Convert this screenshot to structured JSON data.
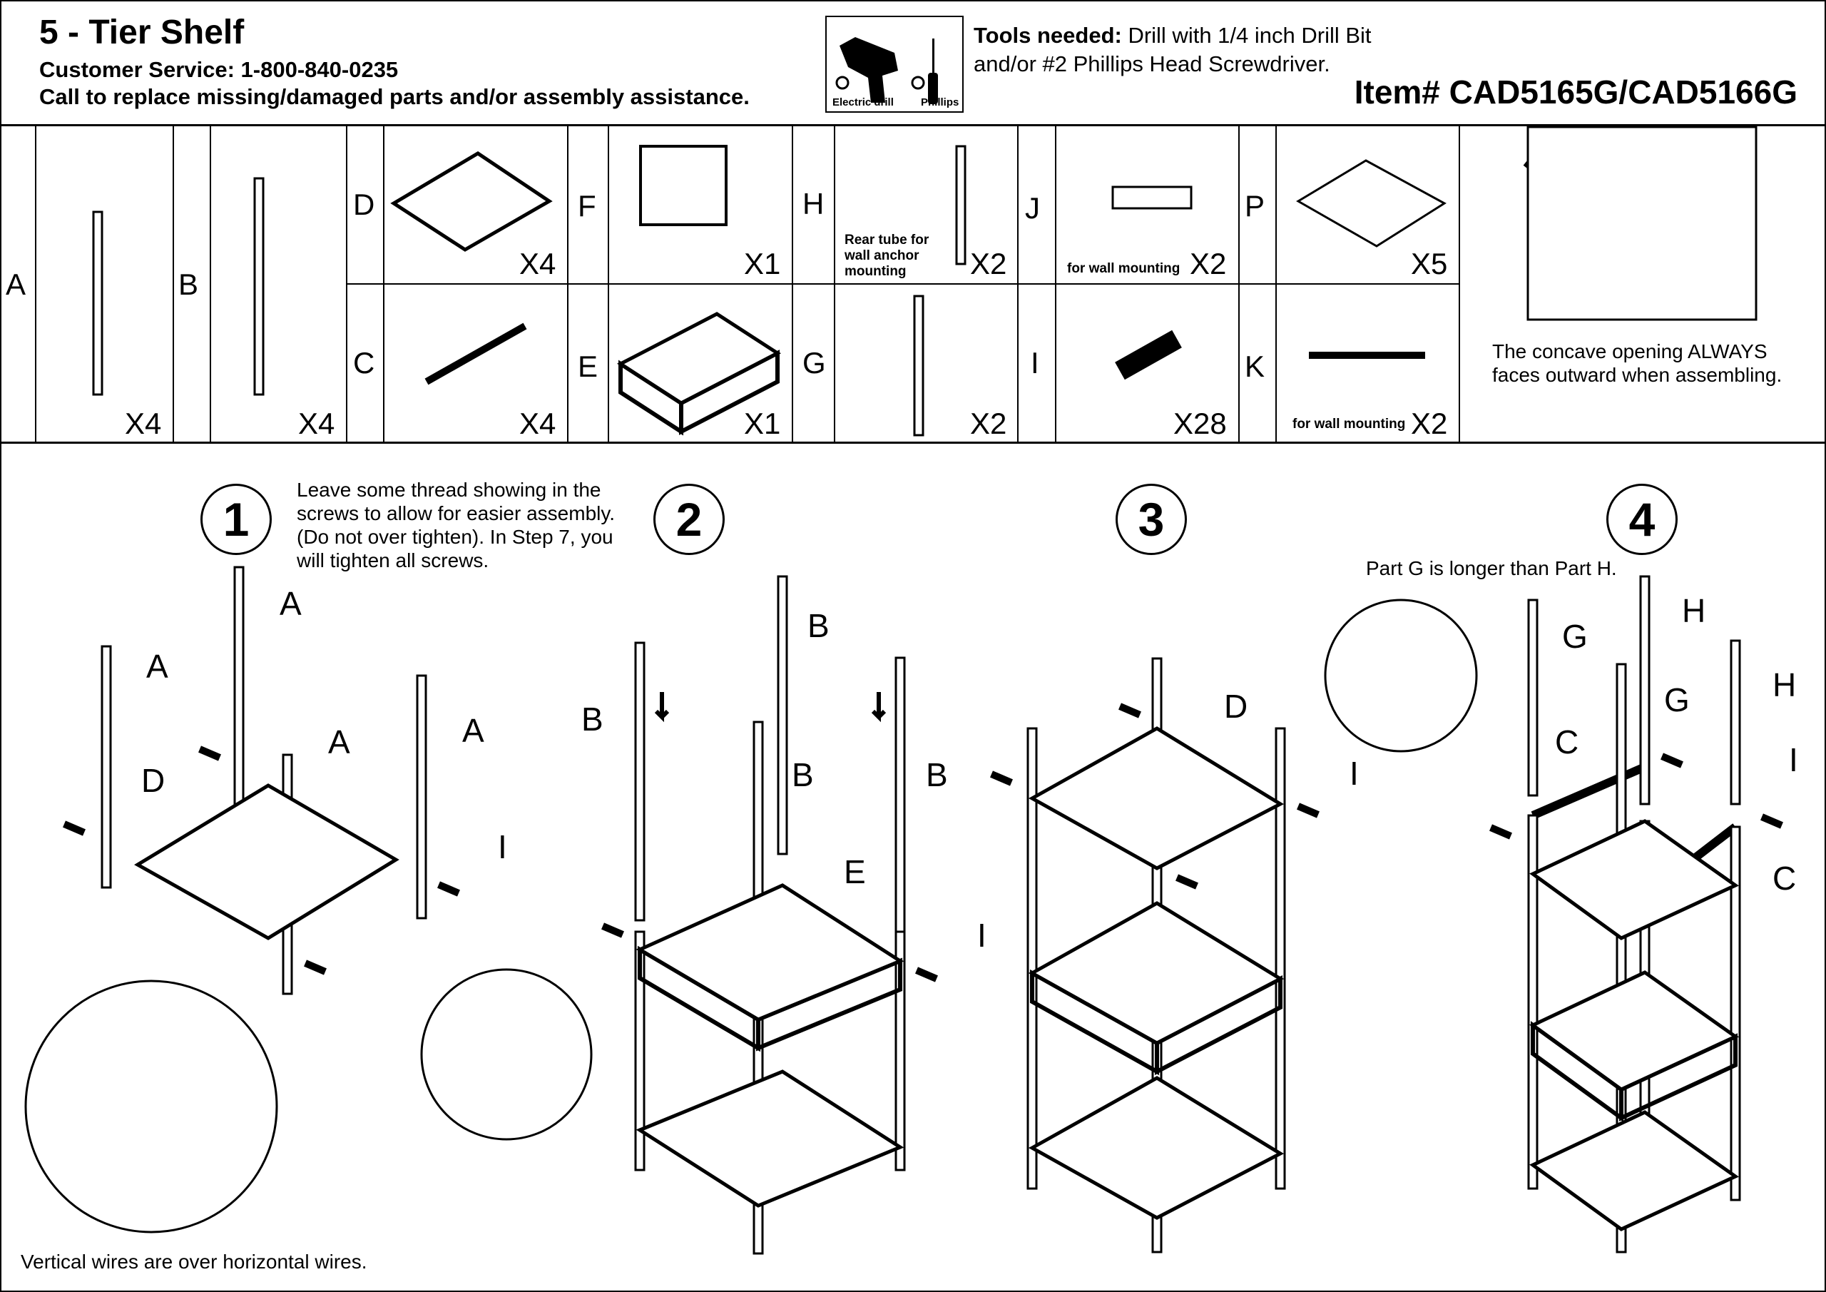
{
  "header": {
    "title": "5 - Tier Shelf",
    "customer_service": "Customer Service: 1-800-840-0235",
    "call_note": "Call to replace missing/damaged parts and/or assembly assistance.",
    "tool_icons": [
      "electric-drill-icon",
      "phillips-screwdriver-icon"
    ],
    "tool_caption_drill": "Electric drill",
    "tool_caption_phillips": "Phillips",
    "tools_label": "Tools needed:",
    "tools_text": " Drill with 1/4 inch Drill Bit and/or #2 Phillips Head Screwdriver.",
    "item_number": "Item# CAD5165G/CAD5166G"
  },
  "parts": {
    "A": {
      "letter": "A",
      "count": "X4"
    },
    "B": {
      "letter": "B",
      "count": "X4"
    },
    "D": {
      "letter": "D",
      "count": "X4"
    },
    "C": {
      "letter": "C",
      "count": "X4"
    },
    "F": {
      "letter": "F",
      "count": "X1"
    },
    "E": {
      "letter": "E",
      "count": "X1"
    },
    "H": {
      "letter": "H",
      "count": "X2",
      "note": "Rear tube for wall anchor mounting"
    },
    "G": {
      "letter": "G",
      "count": "X2"
    },
    "J": {
      "letter": "J",
      "count": "X2",
      "note": "for wall mounting"
    },
    "I": {
      "letter": "I",
      "count": "X28"
    },
    "P": {
      "letter": "P",
      "count": "X5"
    },
    "K": {
      "letter": "K",
      "count": "X2",
      "note": "for wall mounting"
    }
  },
  "concave_note": "The concave opening ALWAYS faces outward when assembling.",
  "steps": [
    {
      "number": "1",
      "note": "Leave some thread showing in the screws to allow for easier assembly. (Do not over tighten). In Step 7, you will tighten all screws.",
      "labels": [
        "A",
        "A",
        "A",
        "D",
        "A",
        "I"
      ],
      "footnote": "Vertical wires are over horizontal wires."
    },
    {
      "number": "2",
      "labels": [
        "B",
        "B",
        "B",
        "B",
        "E",
        "I"
      ]
    },
    {
      "number": "3",
      "labels": [
        "D",
        "I"
      ]
    },
    {
      "number": "4",
      "note": "Part G is longer than Part H.",
      "labels": [
        "G",
        "H",
        "G",
        "H",
        "C",
        "I",
        "C"
      ]
    }
  ]
}
